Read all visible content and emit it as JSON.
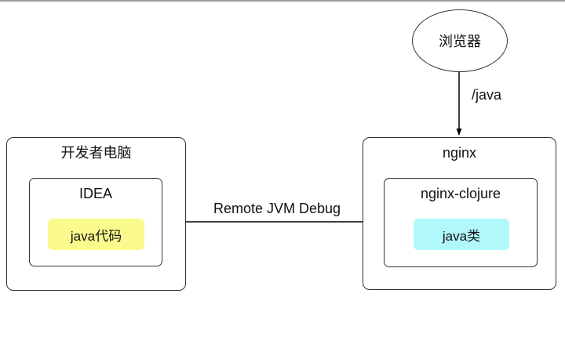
{
  "page": {
    "background": "#ffffff",
    "top_divider_color": "#9b9b9b"
  },
  "nodes": {
    "browser": {
      "label": "浏览器",
      "shape": "ellipse"
    },
    "dev_computer": {
      "label": "开发者电脑",
      "shape": "rounded-rect"
    },
    "idea": {
      "label": "IDEA",
      "shape": "rounded-rect"
    },
    "java_code": {
      "label": "java代码",
      "highlight_color": "#fbfb8d"
    },
    "nginx": {
      "label": "nginx",
      "shape": "rounded-rect"
    },
    "nginx_clojure": {
      "label": "nginx-clojure",
      "shape": "rounded-rect"
    },
    "java_class": {
      "label": "java类",
      "highlight_color": "#b1f8fb"
    }
  },
  "edges": {
    "request": {
      "label": "/java",
      "from": "browser",
      "to": "nginx",
      "direction": "down"
    },
    "debug": {
      "label": "Remote JVM Debug",
      "from": "idea",
      "to": "nginx_clojure",
      "direction": "right"
    }
  },
  "colors": {
    "box_border": "#333333",
    "arrow": "#000000"
  }
}
